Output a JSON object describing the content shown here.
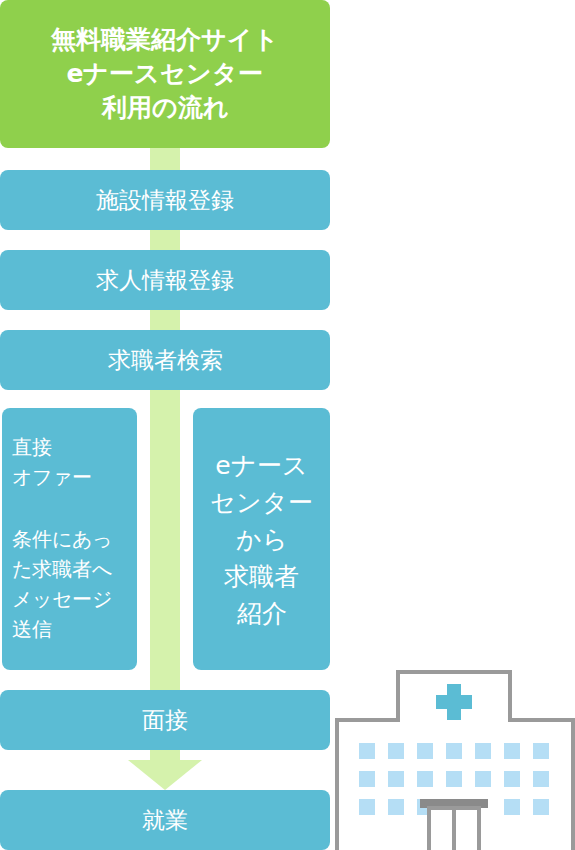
{
  "diagram": {
    "nodes": [
      {
        "text": [
          "無料職業紹介サイト eナースセンター 利用の流れ"
        ]
      },
      {
        "text": [
          "施設情報登録"
        ]
      },
      {
        "text": [
          "求人情報登録"
        ]
      },
      {
        "text": [
          "求職者検索"
        ]
      },
      {
        "text": [
          "直接 オファー",
          "条件にあった求職者へメッセージ送信"
        ]
      },
      {
        "text": [
          "eナース センター から 求職者 紹介"
        ]
      },
      {
        "text": [
          "面接"
        ]
      },
      {
        "text": [
          "就業"
        ]
      }
    ],
    "edges": [
      {
        "from": 0,
        "to": 1,
        "arrow": "none"
      },
      {
        "from": 1,
        "to": 2,
        "arrow": "none"
      },
      {
        "from": 2,
        "to": 3,
        "arrow": "none"
      },
      {
        "from": 3,
        "to": 6,
        "arrow": "none"
      },
      {
        "from": 6,
        "to": 7,
        "arrow": "to"
      }
    ]
  }
}
